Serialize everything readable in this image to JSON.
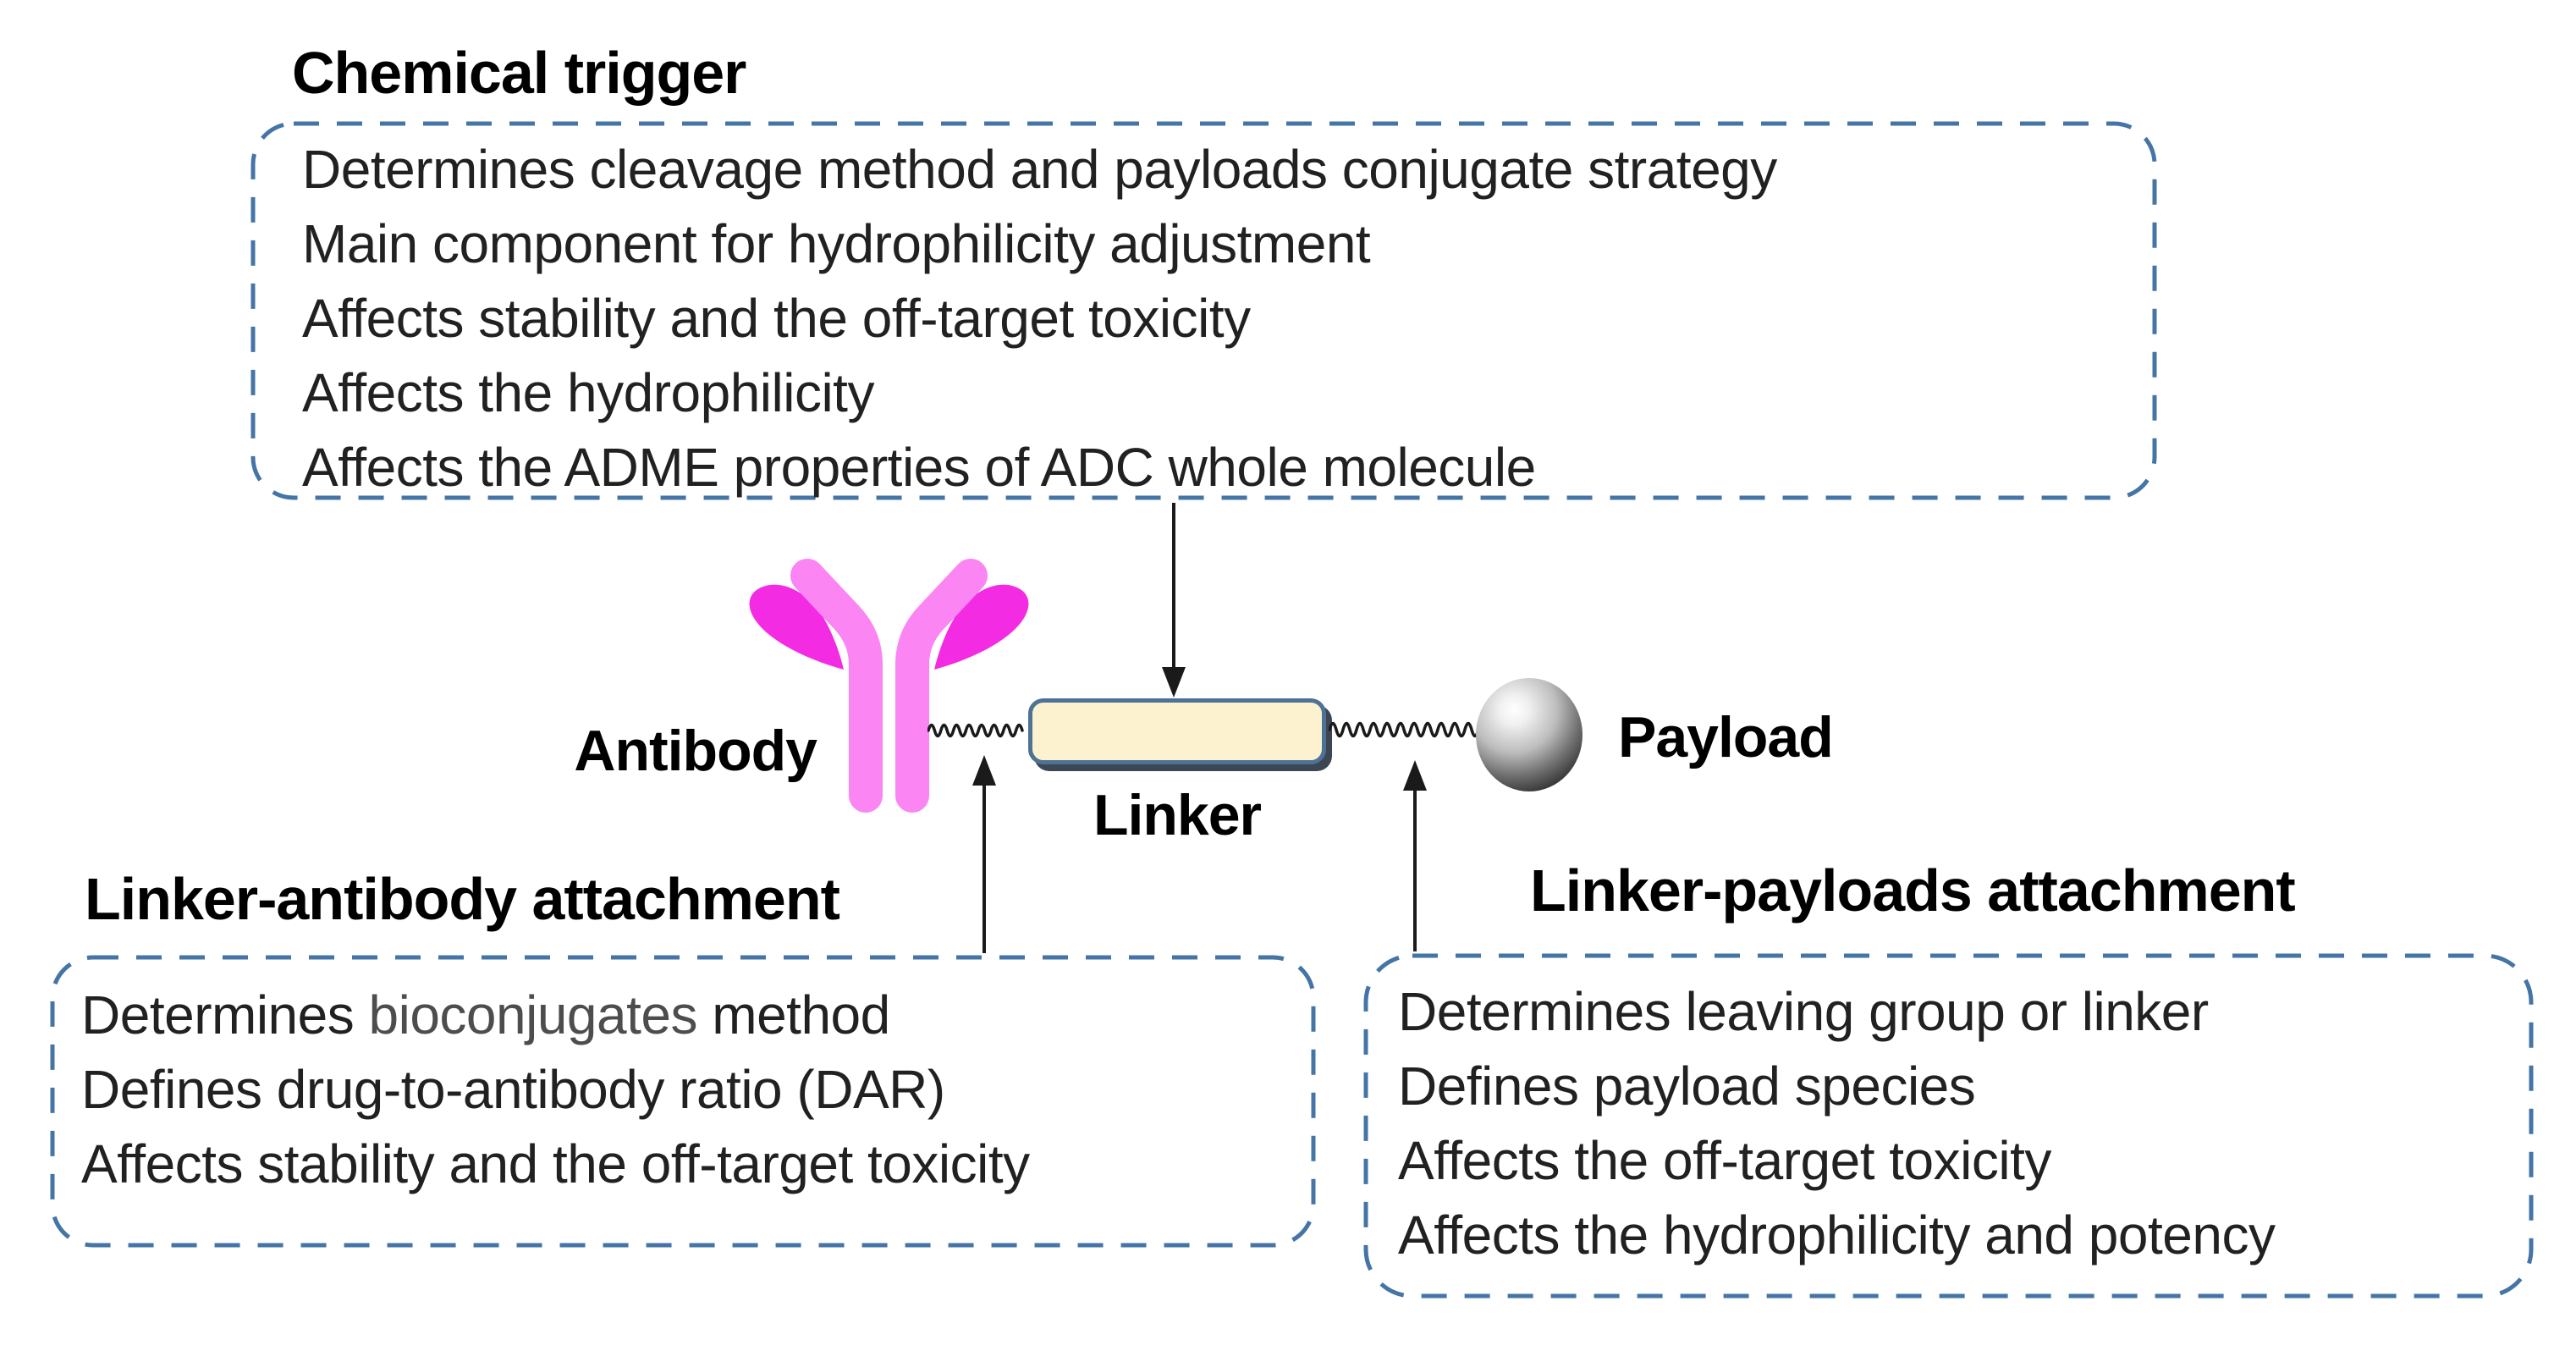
{
  "colors": {
    "accent-blue": "#4475a6",
    "linker-border": "#4e7296",
    "linker-fill": "#fcf2cf",
    "linker-shadow": "#3d4754",
    "antibody-pink": "#fa85f3",
    "antibody-magenta": "#f32be3",
    "ink": "#1a1a1a",
    "body-text": "#212121",
    "highlight-gray": "#4d4d4d"
  },
  "top_section": {
    "title": "Chemical trigger",
    "lines": [
      "Determines cleavage method and payloads conjugate strategy",
      "Main component for hydrophilicity adjustment",
      "Affects stability and the off-target toxicity",
      "Affects the hydrophilicity",
      "Affects the ADME properties of ADC whole molecule"
    ]
  },
  "diagram": {
    "antibody_label": "Antibody",
    "linker_label": "Linker",
    "payload_label": "Payload"
  },
  "left_section": {
    "title": "Linker-antibody attachment",
    "line1_prefix": "Determines ",
    "line1_highlight": "bioconjugates",
    "line1_suffix": " method",
    "lines_rest": [
      "Defines drug-to-antibody ratio (DAR)",
      "Affects stability and the off-target toxicity"
    ]
  },
  "right_section": {
    "title": "Linker-payloads attachment",
    "lines": [
      "Determines leaving group or linker",
      "Defines payload species",
      "Affects the off-target toxicity",
      "Affects the hydrophilicity and potency"
    ]
  }
}
